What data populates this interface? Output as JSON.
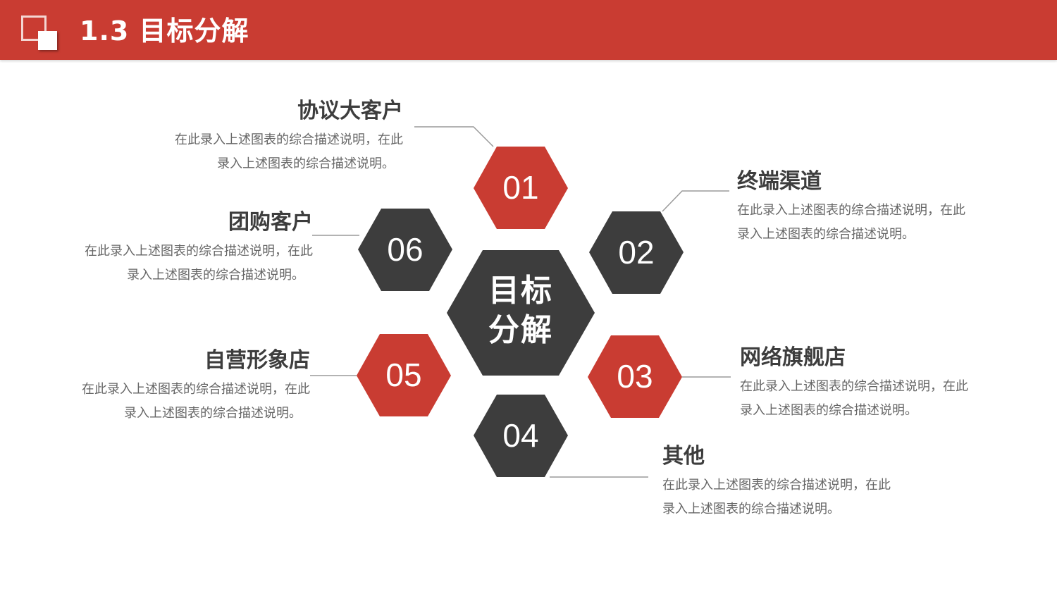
{
  "header": {
    "title": "1.3 目标分解",
    "bar_color": "#c93c32",
    "icon": "overlapping-squares-icon"
  },
  "diagram": {
    "center_label_line1": "目标",
    "center_label_line2": "分解",
    "colors": {
      "red": "#c93c32",
      "dark": "#3d3d3d",
      "connector": "#9a9a9a"
    },
    "nodes": [
      {
        "number": "01",
        "color": "red",
        "title": "协议大客户",
        "desc_line1": "在此录入上述图表的综合描述说明，在此",
        "desc_line2": "录入上述图表的综合描述说明。"
      },
      {
        "number": "02",
        "color": "dark",
        "title": "终端渠道",
        "desc_line1": "在此录入上述图表的综合描述说明，在此",
        "desc_line2": "录入上述图表的综合描述说明。"
      },
      {
        "number": "03",
        "color": "red",
        "title": "网络旗舰店",
        "desc_line1": "在此录入上述图表的综合描述说明，在此",
        "desc_line2": "录入上述图表的综合描述说明。"
      },
      {
        "number": "04",
        "color": "dark",
        "title": "其他",
        "desc_line1": "在此录入上述图表的综合描述说明，在此",
        "desc_line2": "录入上述图表的综合描述说明。"
      },
      {
        "number": "05",
        "color": "red",
        "title": "自营形象店",
        "desc_line1": "在此录入上述图表的综合描述说明，在此",
        "desc_line2": "录入上述图表的综合描述说明。"
      },
      {
        "number": "06",
        "color": "dark",
        "title": "团购客户",
        "desc_line1": "在此录入上述图表的综合描述说明，在此",
        "desc_line2": "录入上述图表的综合描述说明。"
      }
    ]
  }
}
